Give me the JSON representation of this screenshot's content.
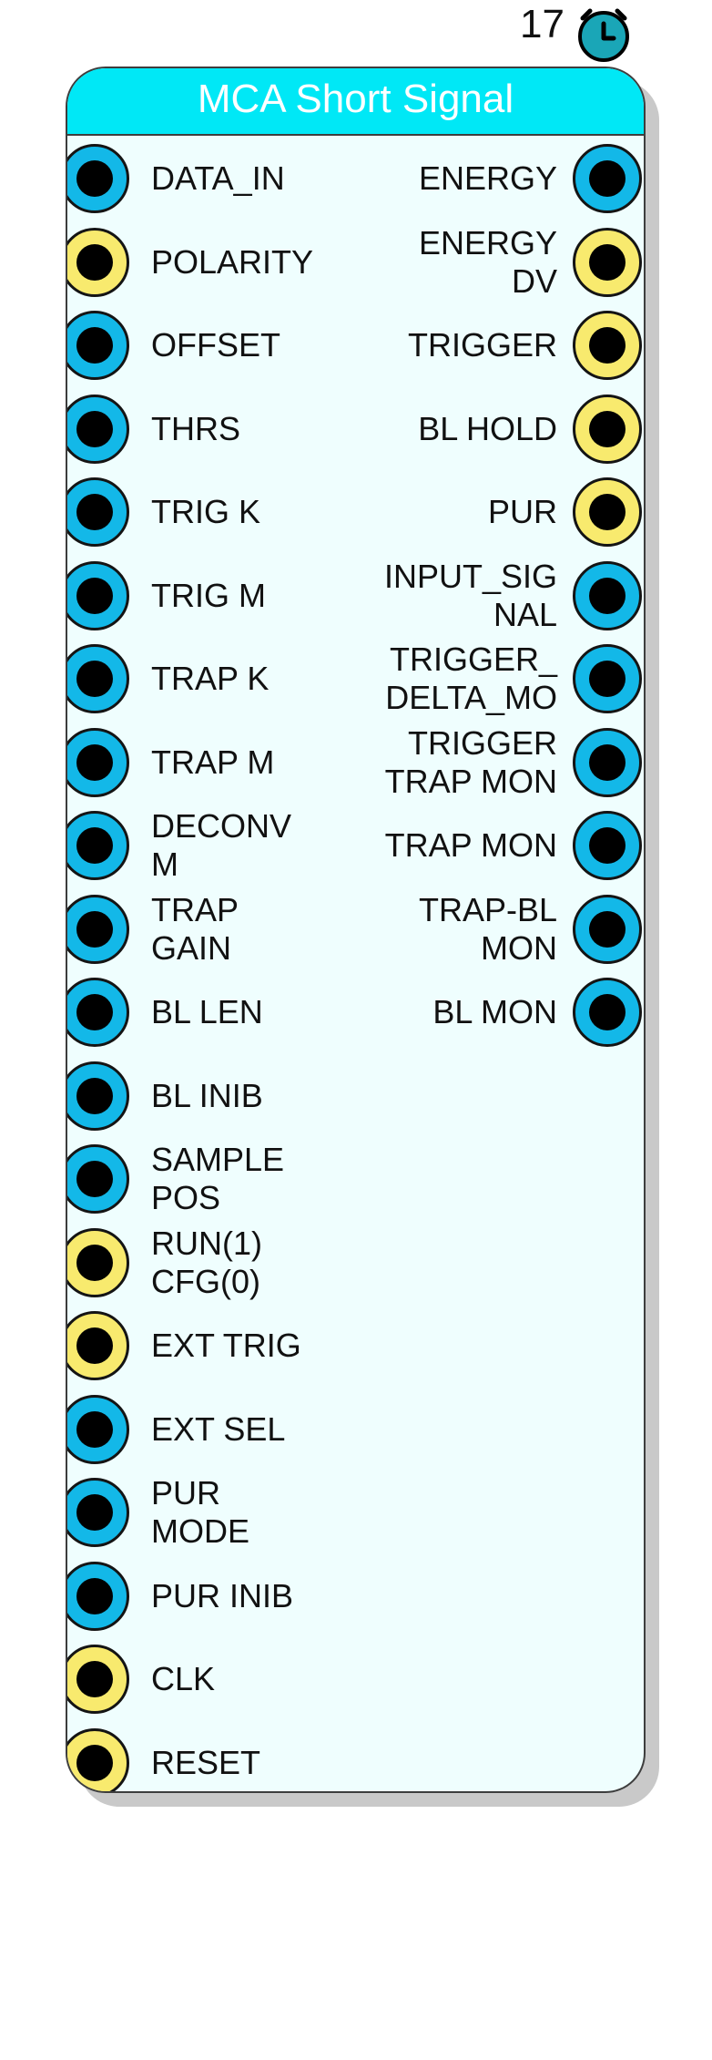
{
  "badge": {
    "number": "17",
    "icon": "clock-icon",
    "color": "#1aa6b7"
  },
  "block": {
    "title": "MCA Short Signal",
    "header_color": "#00e8f6",
    "body_color": "#effefe"
  },
  "colors": {
    "blue_port": "#13b8e8",
    "yellow_port": "#f8ea6e"
  },
  "inputs": [
    {
      "label": "DATA_IN",
      "color": "blue"
    },
    {
      "label": "POLARITY",
      "color": "yellow"
    },
    {
      "label": "OFFSET",
      "color": "blue"
    },
    {
      "label": "THRS",
      "color": "blue"
    },
    {
      "label": "TRIG K",
      "color": "blue"
    },
    {
      "label": "TRIG M",
      "color": "blue"
    },
    {
      "label": "TRAP K",
      "color": "blue"
    },
    {
      "label": "TRAP M",
      "color": "blue"
    },
    {
      "label": "DECONV\nM",
      "color": "blue"
    },
    {
      "label": "TRAP\nGAIN",
      "color": "blue"
    },
    {
      "label": "BL LEN",
      "color": "blue"
    },
    {
      "label": "BL INIB",
      "color": "blue"
    },
    {
      "label": "SAMPLE\nPOS",
      "color": "blue"
    },
    {
      "label": "RUN(1)\nCFG(0)",
      "color": "yellow"
    },
    {
      "label": "EXT TRIG",
      "color": "yellow"
    },
    {
      "label": "EXT SEL",
      "color": "blue"
    },
    {
      "label": "PUR\nMODE",
      "color": "blue"
    },
    {
      "label": "PUR INIB",
      "color": "blue"
    },
    {
      "label": "CLK",
      "color": "yellow"
    },
    {
      "label": "RESET",
      "color": "yellow"
    }
  ],
  "outputs": [
    {
      "label": "ENERGY",
      "color": "blue"
    },
    {
      "label": "ENERGY\nDV",
      "color": "yellow"
    },
    {
      "label": "TRIGGER",
      "color": "yellow"
    },
    {
      "label": "BL HOLD",
      "color": "yellow"
    },
    {
      "label": "PUR",
      "color": "yellow"
    },
    {
      "label": "INPUT_SIG\nNAL",
      "color": "blue"
    },
    {
      "label": "TRIGGER_\nDELTA_MO",
      "color": "blue"
    },
    {
      "label": "TRIGGER\nTRAP MON",
      "color": "blue"
    },
    {
      "label": "TRAP MON",
      "color": "blue"
    },
    {
      "label": "TRAP-BL\nMON",
      "color": "blue"
    },
    {
      "label": "BL MON",
      "color": "blue"
    }
  ]
}
